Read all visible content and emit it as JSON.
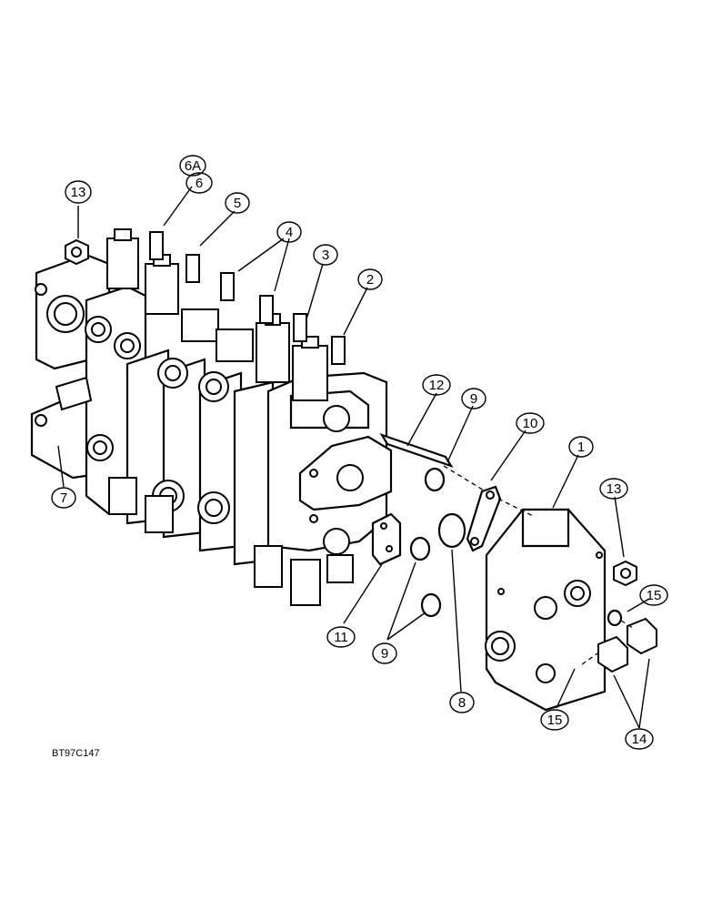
{
  "drawing": {
    "code": "BT97C147",
    "callouts": {
      "c1": "1",
      "c3": "3",
      "c4": "4",
      "c5": "5",
      "c6": "6",
      "c6a": "6A",
      "c7": "7",
      "c8": "8",
      "c9a": "9",
      "c9b": "9",
      "c10": "10",
      "c11": "11",
      "c12": "12",
      "c13a": "13",
      "c13b": "13",
      "c14": "14",
      "c15a": "15",
      "c15b": "15",
      "c2": "2"
    }
  }
}
